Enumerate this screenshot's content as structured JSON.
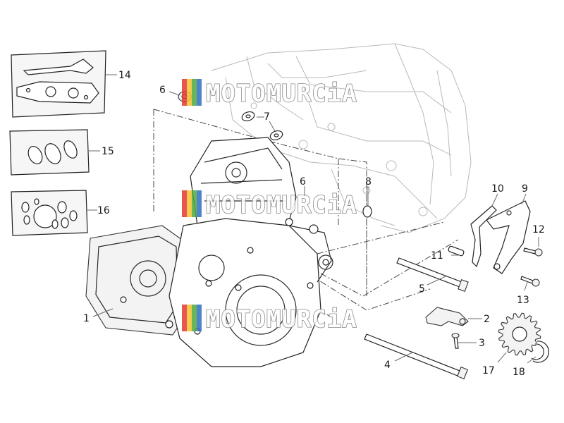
{
  "diagram": {
    "watermark": "MOTOMURCiA",
    "watermark_colors": [
      "#e23b2e",
      "#f2c230",
      "#4fa83d",
      "#2f6fc6"
    ],
    "callouts": [
      {
        "id": "c1",
        "text": "1"
      },
      {
        "id": "c2",
        "text": "2"
      },
      {
        "id": "c3",
        "text": "3"
      },
      {
        "id": "c4",
        "text": "4"
      },
      {
        "id": "c5",
        "text": "5"
      },
      {
        "id": "c6a",
        "text": "6"
      },
      {
        "id": "c6b",
        "text": "6"
      },
      {
        "id": "c7",
        "text": "7"
      },
      {
        "id": "c8",
        "text": "8"
      },
      {
        "id": "c9",
        "text": "9"
      },
      {
        "id": "c10",
        "text": "10"
      },
      {
        "id": "c11",
        "text": "11"
      },
      {
        "id": "c12",
        "text": "12"
      },
      {
        "id": "c13",
        "text": "13"
      },
      {
        "id": "c14",
        "text": "14"
      },
      {
        "id": "c15",
        "text": "15"
      },
      {
        "id": "c16",
        "text": "16"
      },
      {
        "id": "c17",
        "text": "17"
      },
      {
        "id": "c18",
        "text": "18"
      }
    ]
  }
}
